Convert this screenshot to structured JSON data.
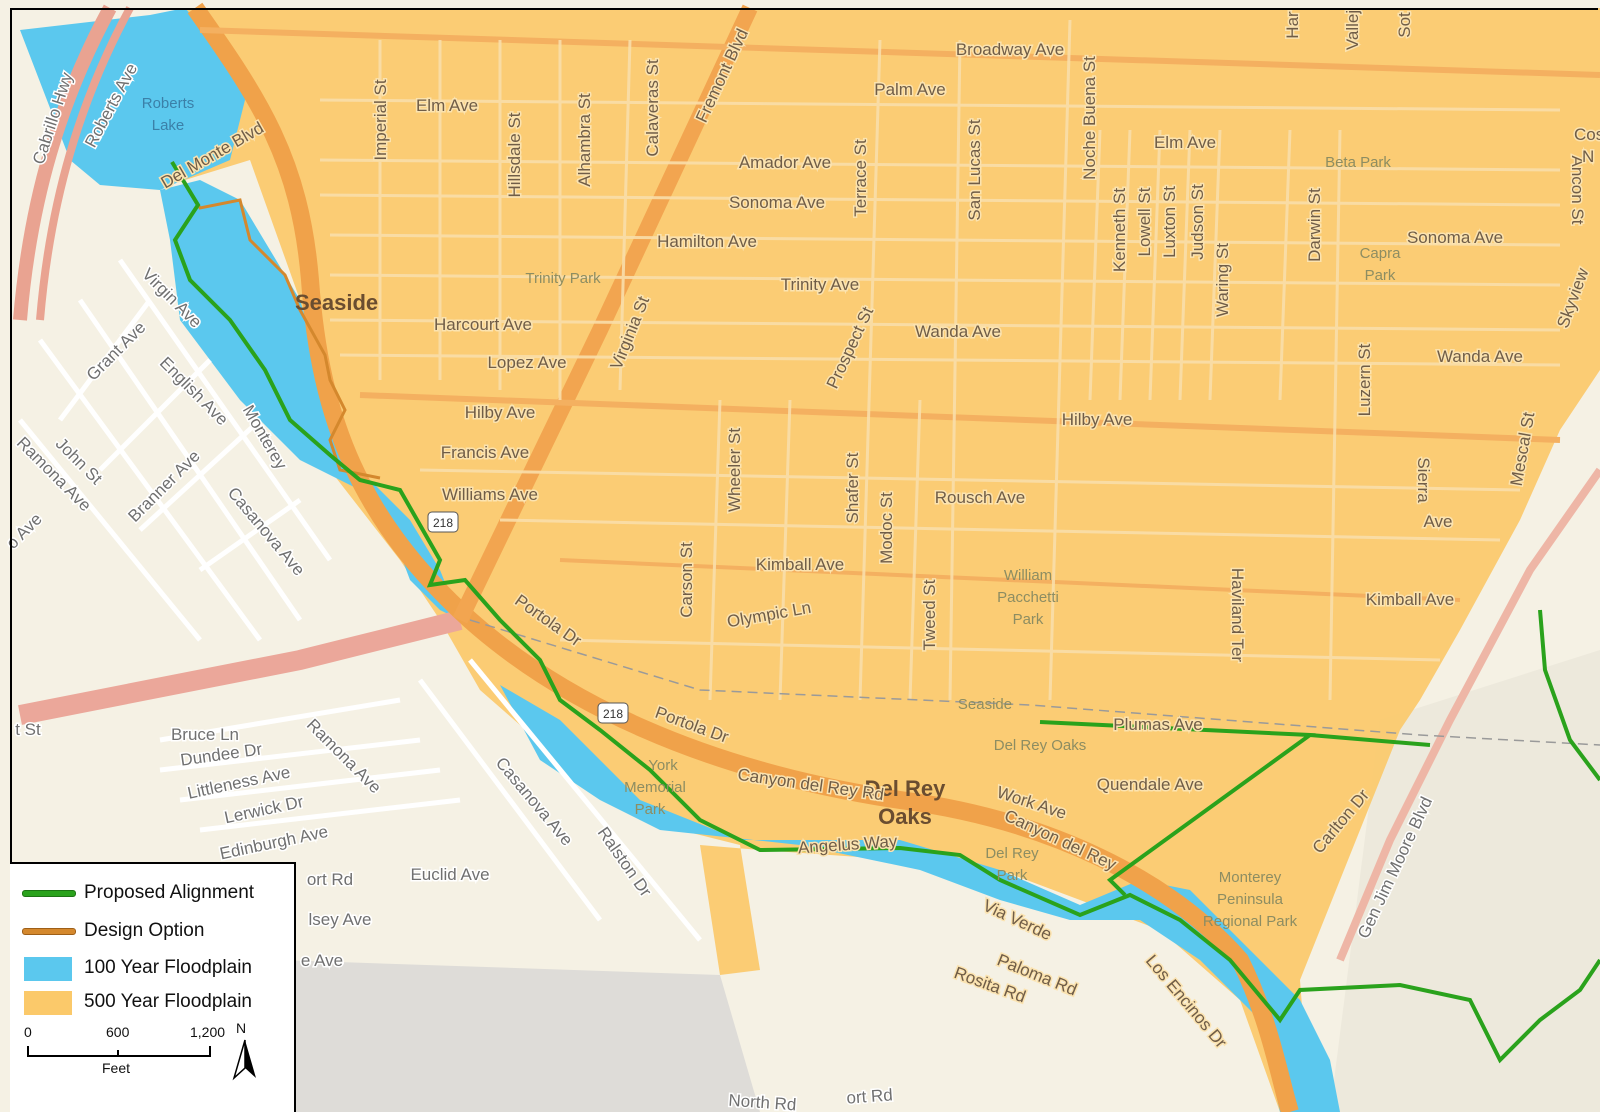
{
  "colors": {
    "base": "#f5f1e4",
    "floodplain_500": "#fbc96a",
    "floodplain_100": "#5bc8ee",
    "proposed_alignment": "#38c12a",
    "design_option": "#d4882d",
    "highway": "#e9a391",
    "arterial": "#f0a24a"
  },
  "map_labels": {
    "city_seaside": "Seaside",
    "city_del_rey": "Del Rey",
    "city_oaks": "Oaks",
    "lake_roberts": "Roberts",
    "lake_lake": "Lake",
    "park_trinity": "Trinity Park",
    "park_beta": "Beta Park",
    "park_capra1": "Capra",
    "park_capra2": "Park",
    "park_william1": "William",
    "park_william2": "Pacchetti",
    "park_william3": "Park",
    "park_mem1": "York",
    "park_mem2": "Memorial",
    "park_mem3": "Park",
    "park_delrey1": "Del Rey",
    "park_delrey2": "Park",
    "park_monterey1": "Monterey",
    "park_monterey2": "Peninsula",
    "park_monterey3": "Regional Park",
    "boundary_seaside": "Seaside",
    "boundary_delrey": "Del Rey Oaks",
    "cabrillo": "Cabrillo Hwy",
    "roberts_ave": "Roberts Ave",
    "del_monte": "Del Monte Blvd",
    "broadway": "Broadway Ave",
    "palm": "Palm Ave",
    "elm_w": "Elm Ave",
    "elm_e": "Elm Ave",
    "amador": "Amador Ave",
    "sonoma_w": "Sonoma Ave",
    "sonoma_e": "Sonoma Ave",
    "hamilton": "Hamilton Ave",
    "trinity": "Trinity Ave",
    "harcourt": "Harcourt Ave",
    "lopez": "Lopez Ave",
    "wanda_w": "Wanda Ave",
    "wanda_e": "Wanda Ave",
    "hilby_w": "Hilby Ave",
    "hilby_e": "Hilby Ave",
    "francis": "Francis Ave",
    "williams": "Williams Ave",
    "rousch": "Rousch Ave",
    "kimball_w": "Kimball Ave",
    "kimball_e": "Kimball Ave",
    "olympic": "Olympic Ln",
    "portola_n": "Portola Dr",
    "portola_s": "Portola Dr",
    "canyon_w": "Canyon del Rey Rd",
    "canyon_e": "Canyon del Rey",
    "plumas": "Plumas Ave",
    "quendale": "Quendale Ave",
    "work": "Work Ave",
    "angelus": "Angelus Way",
    "via_verde": "Via Verde",
    "paloma": "Paloma Rd",
    "rosita": "Rosita Rd",
    "los_encinos": "Los Encinos Dr",
    "carlton": "Carlton Dr",
    "gen_jim": "Gen Jim Moore Blvd",
    "skyview": "Skyview",
    "costa": "Costa",
    "ancon": "Ancon St",
    "mescal": "Mescal St",
    "sierra": "Sierra",
    "sierra2": "Ave",
    "imperial": "Imperial St",
    "hillsdale": "Hillsdale St",
    "alhambra": "Alhambra St",
    "calaveras": "Calaveras St",
    "fremont": "Fremont Blvd",
    "virginia": "Virginia St",
    "terrace": "Terrace St",
    "san_lucas": "San Lucas St",
    "noche": "Noche Buena St",
    "kenneth": "Kenneth St",
    "lowell": "Lowell St",
    "luxton": "Luxton St",
    "judson": "Judson St",
    "waring": "Waring St",
    "darwin": "Darwin St",
    "luzern": "Luzern St",
    "prospect": "Prospect St",
    "wheeler": "Wheeler St",
    "shafer": "Shafer St",
    "modoc": "Modoc St",
    "carson": "Carson St",
    "tweed": "Tweed St",
    "haviland": "Haviland Ter",
    "har": "Har",
    "vallej": "Vallej",
    "sot": "Sot",
    "virgin": "Virgin Ave",
    "grant": "Grant Ave",
    "english": "English Ave",
    "john": "John St",
    "ramona_w": "Ramona Ave",
    "to_ave": "o Ave",
    "branner": "Branner Ave",
    "casanova_w": "Casanova Ave",
    "monterey_rd": "Monterey",
    "bruce": "Bruce Ln",
    "dundee": "Dundee Dr",
    "littleness": "Littleness Ave",
    "ramona_s": "Ramona Ave",
    "lerwick": "Lerwick Dr",
    "edinburgh": "Edinburgh Ave",
    "euclid": "Euclid Ave",
    "casanova_s": "Casanova Ave",
    "ralston": "Ralston Dr",
    "st_left": "t St",
    "rd_left": "ort Rd",
    "lsey": "lsey Ave",
    "e_ave": "e Ave",
    "north_rd": "North Rd",
    "airport_rd": "ort Rd",
    "route_a": "218",
    "route_b": "218",
    "n_short": "N"
  },
  "legend": {
    "items": [
      {
        "label": "Proposed Alignment",
        "kind": "line",
        "color": "#38c12a"
      },
      {
        "label": "Design Option",
        "kind": "line",
        "color": "#d4882d"
      },
      {
        "label": "100 Year Floodplain",
        "kind": "fill",
        "color": "#5bc8ee"
      },
      {
        "label": "500 Year Floodplain",
        "kind": "fill",
        "color": "#fbc96a"
      }
    ],
    "scale": {
      "ticks": [
        "0",
        "600",
        "1,200"
      ],
      "unit": "Feet"
    },
    "north": "N"
  }
}
